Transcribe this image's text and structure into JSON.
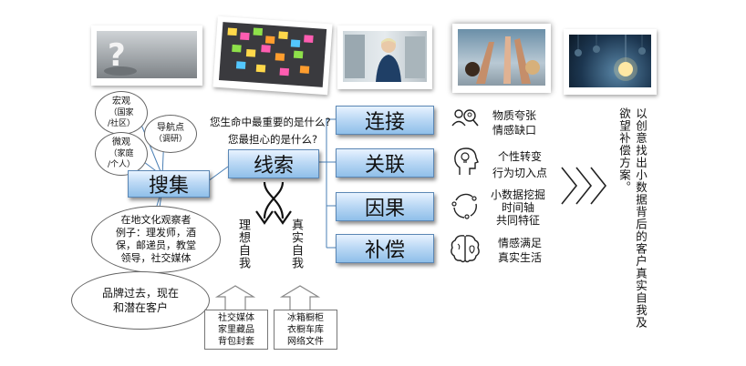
{
  "left": {
    "ellipse_macro": [
      "宏观",
      "（国家",
      "/社区）"
    ],
    "ellipse_nav": [
      "导航点",
      "（调研）"
    ],
    "ellipse_micro": [
      "微观",
      "（家庭",
      "/个人）"
    ],
    "ellipse_observer": [
      "在地文化观察者",
      "例子：理发师，酒",
      "保，邮递员，教堂",
      "领导，社交媒体"
    ],
    "ellipse_brand": [
      "品牌过去，现在",
      "和潜在客户"
    ],
    "collect_label": "搜集"
  },
  "center": {
    "question1": "您生命中最重要的是什么?",
    "question2": "您最担心的是什么?",
    "clue_label": "线索",
    "ideal_self": "理想自我",
    "real_self": "真实自我",
    "source_ideal": [
      "社交媒体",
      "家里藏品",
      "背包封套"
    ],
    "source_real": [
      "冰箱橱柜",
      "衣橱车库",
      "网络文件"
    ]
  },
  "steps": [
    {
      "label": "连接",
      "icon": "people-search-icon",
      "desc": [
        "物质夸张",
        "情感缺口"
      ]
    },
    {
      "label": "关联",
      "icon": "head-lightbulb-icon",
      "desc": [
        "个性转变",
        "行为切入点"
      ]
    },
    {
      "label": "因果",
      "icon": "cycle-arrows-icon",
      "desc": [
        "小数据挖掘",
        "时间轴",
        "共同特征"
      ]
    },
    {
      "label": "补偿",
      "icon": "brain-heart-icon",
      "desc": [
        "情感满足",
        "真实生活"
      ]
    }
  ],
  "conclusion": {
    "col1": "以创意找出小数据背后的客户真实自我及",
    "col2": "欲望补偿方案。"
  },
  "colors": {
    "box_top": "#e8f3ff",
    "box_bottom": "#8fbfe9",
    "line": "#4a7fb5",
    "chevron": "#222222"
  }
}
